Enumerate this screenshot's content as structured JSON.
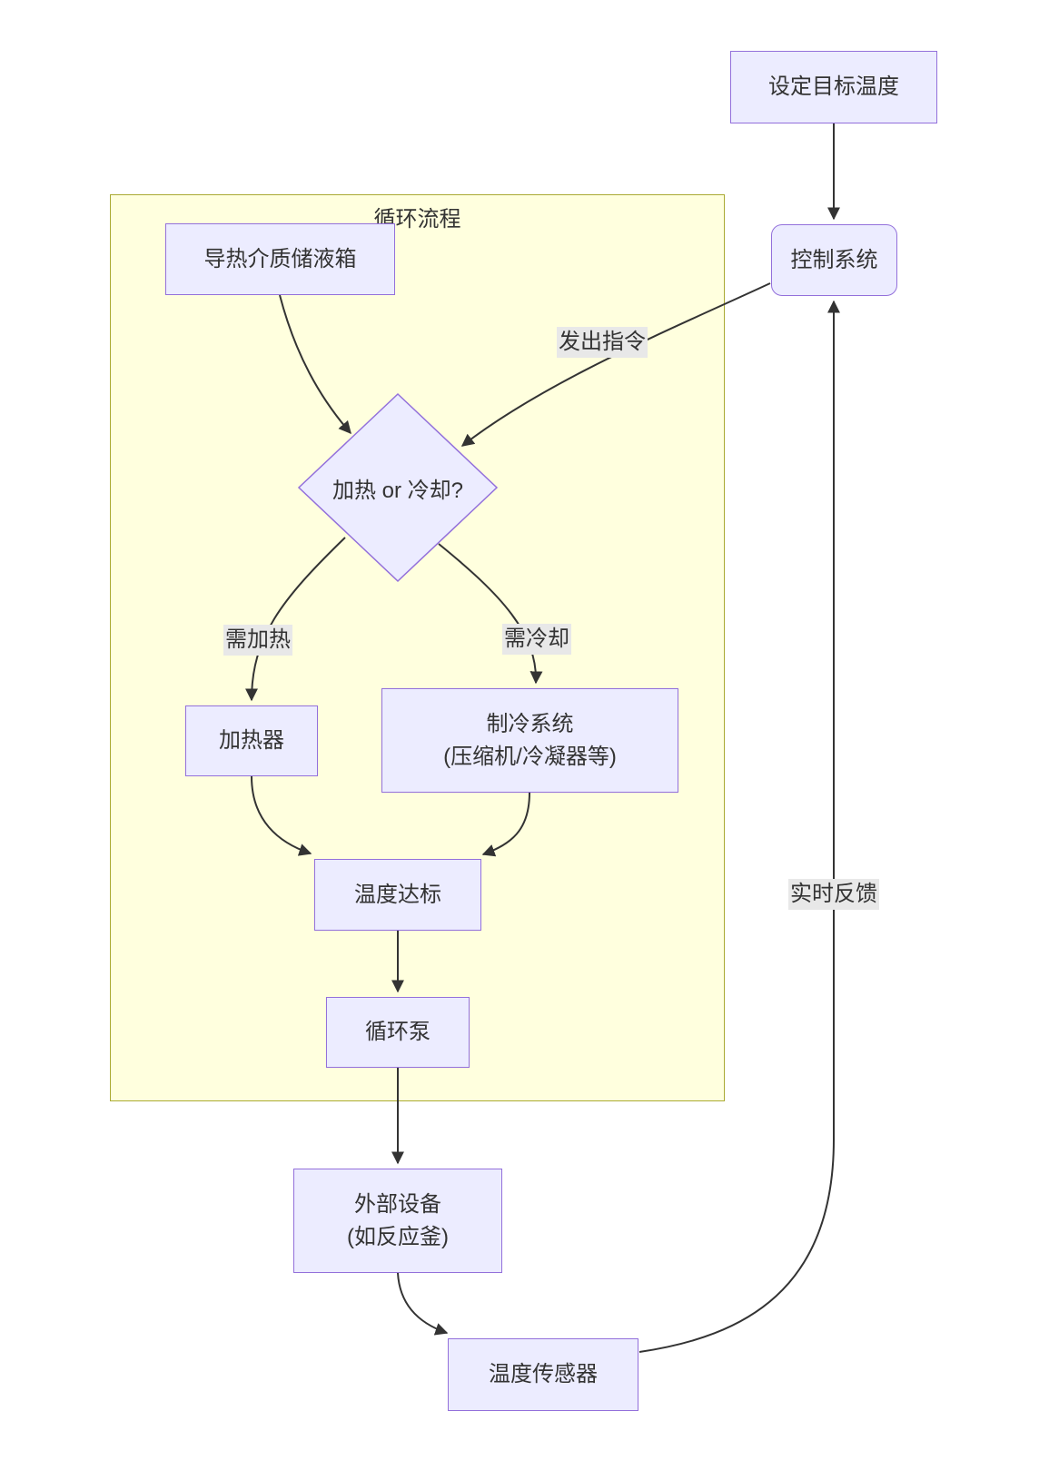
{
  "diagram": {
    "subgraph": {
      "title": "循环流程"
    },
    "nodes": {
      "set_temp": {
        "label": "设定目标温度"
      },
      "control": {
        "label": "控制系统"
      },
      "tank": {
        "label": "导热介质储液箱"
      },
      "decision": {
        "label": "加热 or 冷却?"
      },
      "heater": {
        "label": "加热器"
      },
      "cooler": {
        "label_line1": "制冷系统",
        "label_line2": "(压缩机/冷凝器等)"
      },
      "reached": {
        "label": "温度达标"
      },
      "pump": {
        "label": "循环泵"
      },
      "external": {
        "label_line1": "外部设备",
        "label_line2": "(如反应釜)"
      },
      "sensor": {
        "label": "温度传感器"
      }
    },
    "edge_labels": {
      "command": "发出指令",
      "need_heat": "需加热",
      "need_cool": "需冷却",
      "feedback": "实时反馈"
    },
    "colors": {
      "node_fill": "#ECECFF",
      "node_border": "#9370DB",
      "subgraph_fill": "#FFFFDE",
      "subgraph_border": "#AAAA33",
      "edge_stroke": "#333333",
      "edge_label_bg": "#E8E8E8",
      "text": "#333333"
    }
  }
}
